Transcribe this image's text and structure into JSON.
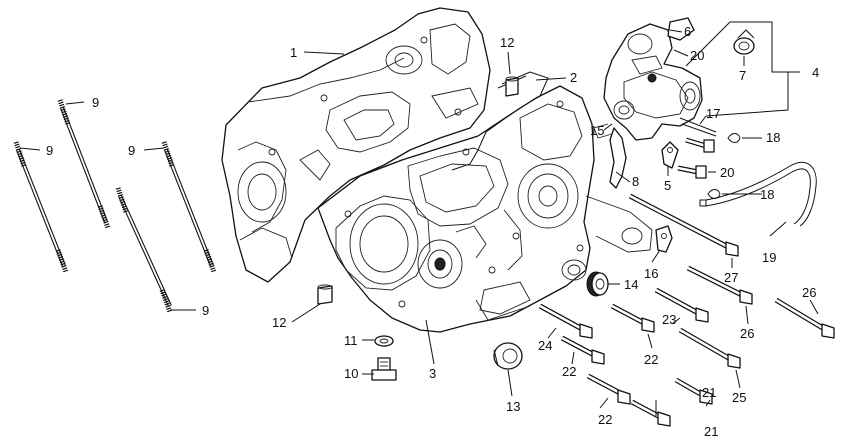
{
  "diagram": {
    "callouts": [
      {
        "id": "c1",
        "label": "1"
      },
      {
        "id": "c2",
        "label": "2"
      },
      {
        "id": "c3",
        "label": "3"
      },
      {
        "id": "c4",
        "label": "4"
      },
      {
        "id": "c5",
        "label": "5"
      },
      {
        "id": "c6",
        "label": "6"
      },
      {
        "id": "c7",
        "label": "7"
      },
      {
        "id": "c8",
        "label": "8"
      },
      {
        "id": "c9a",
        "label": "9"
      },
      {
        "id": "c9b",
        "label": "9"
      },
      {
        "id": "c9c",
        "label": "9"
      },
      {
        "id": "c9d",
        "label": "9"
      },
      {
        "id": "c10",
        "label": "10"
      },
      {
        "id": "c11",
        "label": "11"
      },
      {
        "id": "c12a",
        "label": "12"
      },
      {
        "id": "c12b",
        "label": "12"
      },
      {
        "id": "c13",
        "label": "13"
      },
      {
        "id": "c14",
        "label": "14"
      },
      {
        "id": "c15",
        "label": "15"
      },
      {
        "id": "c16",
        "label": "16"
      },
      {
        "id": "c17",
        "label": "17"
      },
      {
        "id": "c18a",
        "label": "18"
      },
      {
        "id": "c18b",
        "label": "18"
      },
      {
        "id": "c19",
        "label": "19"
      },
      {
        "id": "c20a",
        "label": "20"
      },
      {
        "id": "c20b",
        "label": "20"
      },
      {
        "id": "c21a",
        "label": "21"
      },
      {
        "id": "c21b",
        "label": "21"
      },
      {
        "id": "c22a",
        "label": "22"
      },
      {
        "id": "c22b",
        "label": "22"
      },
      {
        "id": "c22c",
        "label": "22"
      },
      {
        "id": "c23",
        "label": "23"
      },
      {
        "id": "c24",
        "label": "24"
      },
      {
        "id": "c25",
        "label": "25"
      },
      {
        "id": "c26a",
        "label": "26"
      },
      {
        "id": "c26b",
        "label": "26"
      },
      {
        "id": "c27",
        "label": "27"
      }
    ]
  }
}
